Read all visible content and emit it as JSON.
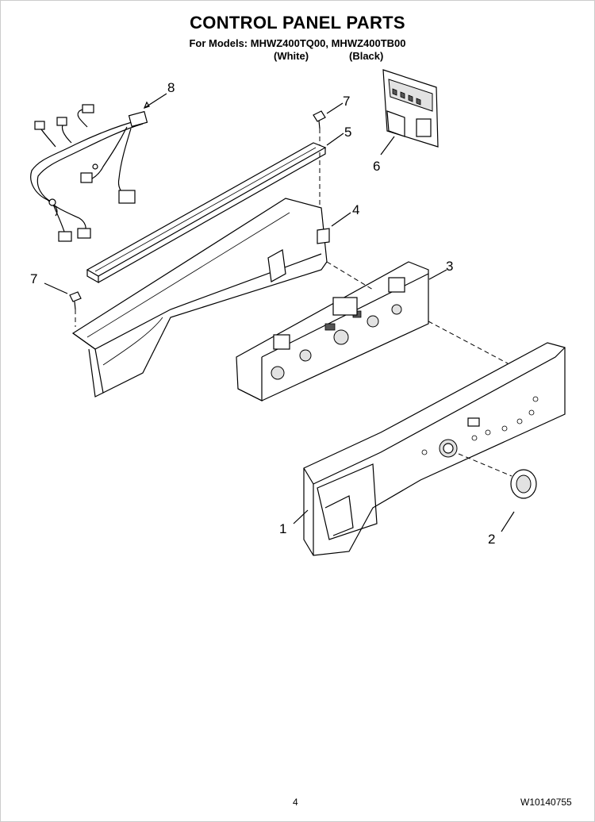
{
  "header": {
    "title": "CONTROL PANEL PARTS",
    "models_line": "For Models: MHWZ400TQ00, MHWZ400TB00",
    "variant_white": "(White)",
    "variant_black": "(Black)"
  },
  "callouts": {
    "c1": "1",
    "c2": "2",
    "c3": "3",
    "c4": "4",
    "c5": "5",
    "c6": "6",
    "c7a": "7",
    "c7b": "7",
    "c8": "8"
  },
  "footer": {
    "page_number": "4",
    "document_code": "W10140755"
  }
}
